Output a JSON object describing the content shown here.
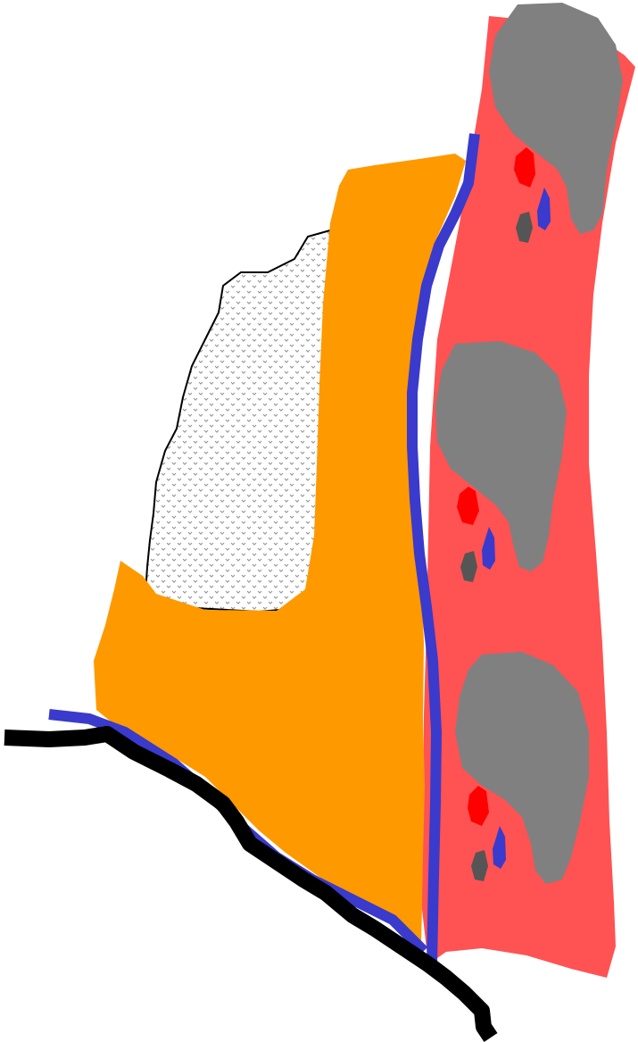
{
  "diagram": {
    "colors": {
      "background": "#ffffff",
      "red_band": "#ff5252",
      "gray_blob": "#808080",
      "dark_gray_mark": "#555555",
      "red_mark": "#ff0000",
      "blue_line": "#3a3acc",
      "orange_region": "#ff9900",
      "dotted_fill": "#999999",
      "dotted_outline": "#000000",
      "black_line": "#000000"
    },
    "regions": [
      {
        "name": "red-band",
        "fill": "red_band"
      },
      {
        "name": "orange-region",
        "fill": "orange_region"
      },
      {
        "name": "dotted-region",
        "fill": "dotted_pattern"
      }
    ],
    "groups": [
      {
        "name": "group-1",
        "blob": "gray_blob",
        "marks": [
          "red_mark",
          "blue_line",
          "dark_gray_mark"
        ]
      },
      {
        "name": "group-2",
        "blob": "gray_blob",
        "marks": [
          "red_mark",
          "blue_line",
          "dark_gray_mark"
        ]
      },
      {
        "name": "group-3",
        "blob": "gray_blob",
        "marks": [
          "red_mark",
          "blue_line",
          "dark_gray_mark"
        ]
      }
    ],
    "lines": [
      {
        "name": "blue-boundary-line",
        "color": "blue_line"
      },
      {
        "name": "black-boundary-line",
        "color": "black_line"
      }
    ]
  }
}
